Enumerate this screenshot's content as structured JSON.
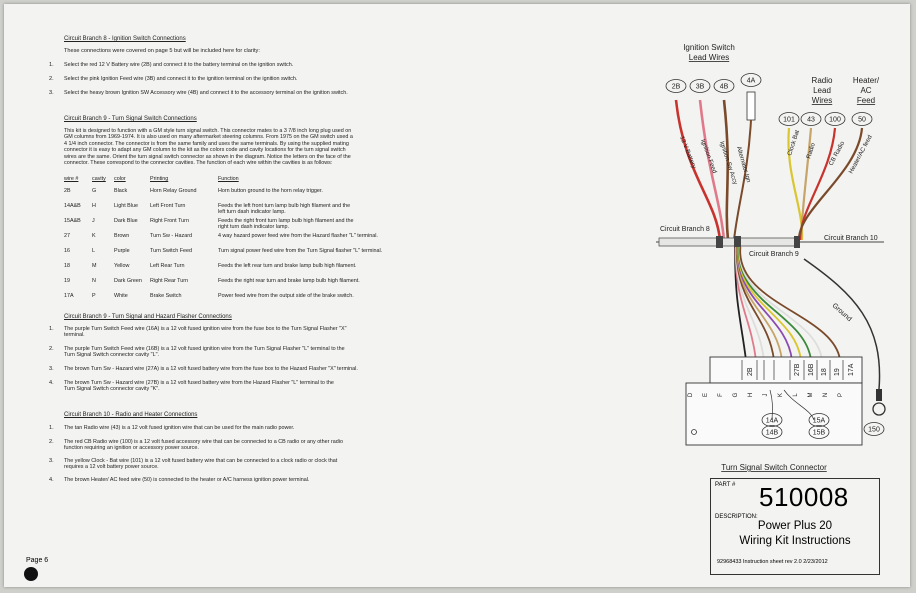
{
  "sections": {
    "branch8": {
      "title": "Circuit Branch 8 -  Ignition Switch Connections",
      "intro": "These connections were covered on page 5 but will be included here for clarity:",
      "items": [
        {
          "n": "1.",
          "text": "Select the red 12 V Battery wire (2B) and connect it to the battery terminal on the ignition switch."
        },
        {
          "n": "2.",
          "text": "Select the pink Ignition Feed wire (3B) and connect it to the ignition terminal on the ignition switch."
        },
        {
          "n": "3.",
          "text": "Select the heavy brown Ignition SW Accessory wire (4B) and connect it to the accessory terminal on the ignition switch."
        }
      ]
    },
    "branch9": {
      "title": "Circuit Branch 9 -  Turn Signal Switch Connections",
      "intro": "This kit is designed to function with a GM style turn signal switch. This connector mates to a 3 7/8 inch long plug used on\nGM columns from 1969-1974. It is also used on many aftermarket steering columns. From 1975 on the GM switch used a\n4 1/4 inch connector. The connector is from the same family and uses the same terminals. By using the supplied mating\nconnector it is easy to adapt any GM column to the kit as the colors code and cavity locations for the turn signal switch\nwires are the same. Orient the turn signal switch connector as shown in the diagram.  Notice the letters on the face of the\nconnector. These correspond to the connector cavities. The function of each wire within the cavities is as follows:",
      "table_headers": [
        "wire #",
        "cavity",
        "color",
        "Printing",
        "Function"
      ],
      "rows": [
        {
          "wire": "2B",
          "cavity": "G",
          "color": "Black",
          "printing": "Horn Relay Ground",
          "function": "Horn button ground to the horn relay trigger."
        },
        {
          "wire": "14A&B",
          "cavity": "H",
          "color": "Light Blue",
          "printing": "Left Front Turn",
          "function": "Feeds the left front turn lamp bulb high filament and the\nleft turn dash indicator lamp."
        },
        {
          "wire": "15A&B",
          "cavity": "J",
          "color": "Dark Blue",
          "printing": "Right Front Turn",
          "function": "Feeds the right front turn lamp bulb high filament and the\nright turn dash indicator lamp."
        },
        {
          "wire": "27",
          "cavity": "K",
          "color": "Brown",
          "printing": "Turn Sw - Hazard",
          "function": "4 way hazard power feed wire from the Hazard flasher \"L\" terminal."
        },
        {
          "wire": "16",
          "cavity": "L",
          "color": "Purple",
          "printing": "Turn Switch Feed",
          "function": "Turn signal power feed wire from the Turn Signal flasher \"L\" terminal."
        },
        {
          "wire": "18",
          "cavity": "M",
          "color": "Yellow",
          "printing": "Left Rear Turn",
          "function": "Feeds the left rear turn and brake lamp bulb high filament."
        },
        {
          "wire": "19",
          "cavity": "N",
          "color": "Dark Green",
          "printing": "Right Rear Turn",
          "function": "Feeds the right rear turn and brake lamp bulb high filament."
        },
        {
          "wire": "17A",
          "cavity": "P",
          "color": "White",
          "printing": "Brake Switch",
          "function": "Power feed wire from the output side of the brake switch."
        }
      ]
    },
    "branch9b": {
      "title": "Circuit Branch 9 -  Turn Signal and Hazard Flasher Connections",
      "items": [
        {
          "n": "1.",
          "text": "The purple Turn Switch Feed wire (16A) is a 12 volt fused ignition wire from the fuse box to the Turn Signal Flasher \"X\"\nterminal."
        },
        {
          "n": "2.",
          "text": "The purple Turn Switch Feed wire (16B) is a 12 volt fused ignition wire from the Turn Signal Flasher \"L\" terminal to the\nTurn Signal Switch connector cavity \"L\"."
        },
        {
          "n": "3.",
          "text": "The brown Turn Sw - Hazard wire (27A) is a 12 volt fused battery wire from the fuse box to the Hazard Flasher \"X\" terminal."
        },
        {
          "n": "4.",
          "text": "The brown Turn Sw - Hazard wire (27B) is a 12 volt fused battery wire from the Hazard Flasher \"L\" terminal to the\nTurn Signal Switch connector cavity \"K\"."
        }
      ]
    },
    "branch10": {
      "title": "Circuit Branch 10 -  Radio and Heater Connections",
      "items": [
        {
          "n": "1.",
          "text": "The tan Radio wire (43) is a 12 volt fused ignition wire that can be used for the main radio power."
        },
        {
          "n": "2.",
          "text": "The red CB Radio wire (100) is a 12 volt fused accessory wire that can be connected to a CB radio or any other radio\nfunction requiring an ignition or accessory power source."
        },
        {
          "n": "3.",
          "text": "The yellow  Clock - Bat wire (101) is a 12 volt fused battery wire that can be connected to a clock radio or clock that\n requires a 12 volt battery power source."
        },
        {
          "n": "4.",
          "text": "The brown Heater/ AC feed wire (50) is connected to the heater or A/C  harness ignition power terminal."
        }
      ]
    }
  },
  "page_label": "Page 6",
  "diagram": {
    "ignition_title_1": "Ignition Switch",
    "ignition_title_2": "Lead Wires",
    "radio_title_1": "Radio",
    "radio_title_2": "Lead",
    "radio_title_3": "Wires",
    "heater_title_1": "Heater/",
    "heater_title_2": "AC",
    "heater_title_3": "Feed",
    "ign_tags": [
      "2B",
      "3B",
      "4B",
      "4A"
    ],
    "ign_labels": [
      "12 V Battery",
      "Ignition Feed",
      "Ignition Sw Accy",
      "Alternator Ign"
    ],
    "radio_tags": [
      "101",
      "43",
      "100",
      "50"
    ],
    "radio_labels": [
      "Clock Bat",
      "Radio",
      "CB Radio",
      "Heater/AC feed"
    ],
    "branch8_label": "Circuit Branch 8",
    "branch9_label": "Circuit Branch 9",
    "branch10_label": "Circuit Branch 10",
    "ground_label": "Ground",
    "connector_top_labels": [
      "2B",
      "27B",
      "16B",
      "18",
      "19",
      "17A"
    ],
    "connector_letters": [
      "D",
      "E",
      "F",
      "G",
      "H",
      "J",
      "K",
      "L",
      "M",
      "N",
      "P"
    ],
    "bottom_tags": [
      "14A",
      "14B",
      "15A",
      "15B",
      "150"
    ],
    "connector_title": "Turn Signal Switch Connector",
    "wire_colors": {
      "red": "#c8332e",
      "pink": "#e07a8a",
      "brown": "#7a4a2a",
      "tan": "#c6a46a",
      "yellow": "#d9c630",
      "blue": "#4a7ed0",
      "darkblue": "#2a3a8a",
      "purple": "#8a4ab0",
      "green": "#3a8a3a",
      "white": "#dddddd",
      "black": "#222222"
    }
  },
  "title_block": {
    "part_label": "PART #",
    "part_number": "510008",
    "desc_label": "DESCRIPTION:",
    "line1": "Power Plus 20",
    "line2": "Wiring Kit Instructions",
    "foot": "92968433    Instruction sheet  rev 2.0     2/23/2012"
  }
}
